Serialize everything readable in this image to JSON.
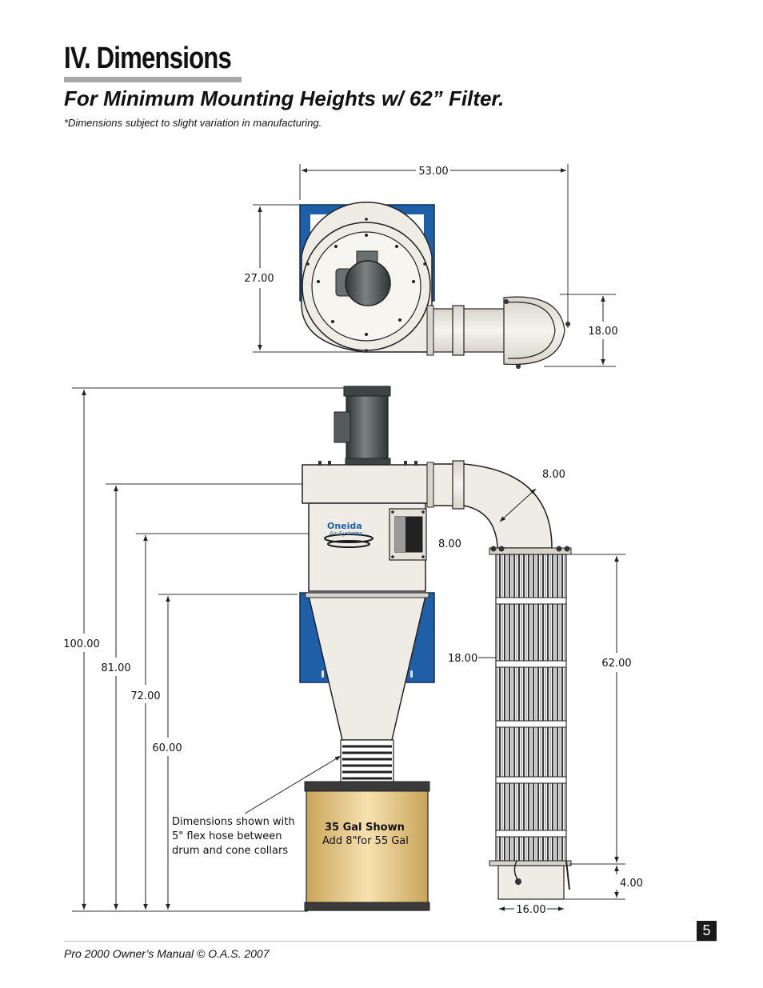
{
  "header": {
    "title": "IV. Dimensions",
    "subtitle": "For Minimum Mounting Heights w/ 62” Filter.",
    "note": "*Dimensions subject to slight variation in manufacturing."
  },
  "top_view": {
    "width_dim": "53.00",
    "height_dim": "27.00",
    "outlet_dim": "18.00"
  },
  "side_view": {
    "overall_height": "100.00",
    "inlet_height": "81.00",
    "logo_height": "72.00",
    "cone_height": "60.00",
    "elbow_dia": "8.00",
    "inlet_dia": "8.00",
    "filter_dia": "18.00",
    "filter_length": "62.00",
    "bin_height": "4.00",
    "bin_width": "16.00",
    "logo_name": "Oneida",
    "logo_sub": "Air Systems",
    "hose_note": [
      "Dimensions shown with",
      "5\" flex hose between",
      "drum and cone collars"
    ],
    "drum_label": "35 Gal Shown",
    "drum_sub": "Add 8\"for 55 Gal"
  },
  "footer": {
    "manual": "Pro 2000 Owner’s Manual  © O.A.S. 2007",
    "page": "5"
  },
  "colors": {
    "blue": "#1f5fa8",
    "housing": "#efece6",
    "drum": "#e8c987",
    "motor": "#555a5a"
  }
}
